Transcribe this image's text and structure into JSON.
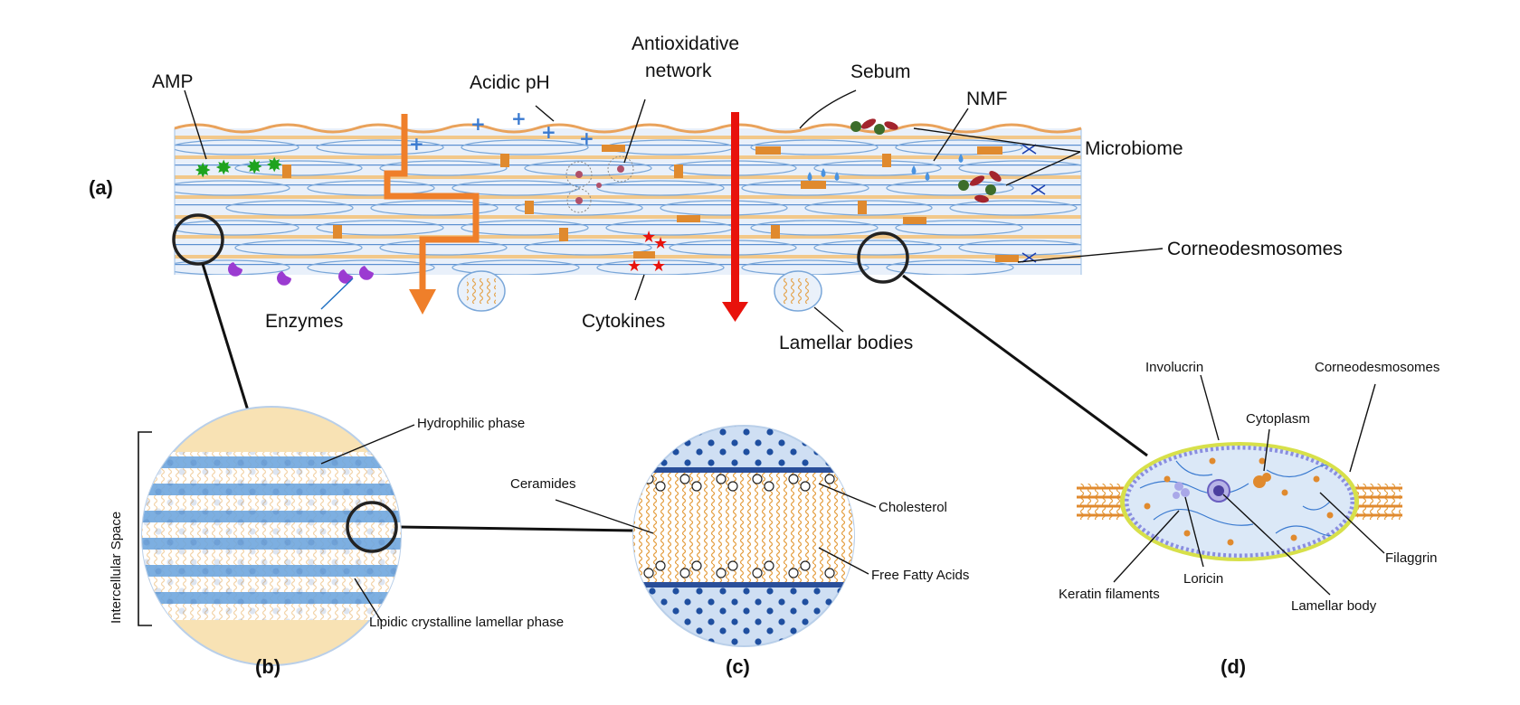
{
  "panels": {
    "a": "(a)",
    "b": "(b)",
    "c": "(c)",
    "d": "(d)"
  },
  "labels_a": {
    "amp": "AMP",
    "acidic_ph": "Acidic pH",
    "antioxidative_1": "Antioxidative",
    "antioxidative_2": "network",
    "sebum": "Sebum",
    "nmf": "NMF",
    "microbiome": "Microbiome",
    "corneodesmosomes": "Corneodesmosomes",
    "enzymes": "Enzymes",
    "cytokines": "Cytokines",
    "lamellar_bodies": "Lamellar bodies"
  },
  "labels_b": {
    "intercellular_space": "Intercellular Space",
    "hydrophilic_phase": "Hydrophilic phase",
    "lipidic_phase": "Lipidic crystalline lamellar phase"
  },
  "labels_c": {
    "ceramides": "Ceramides",
    "cholesterol": "Cholesterol",
    "free_fatty_acids": "Free Fatty Acids"
  },
  "labels_d": {
    "involucrin": "Involucrin",
    "corneodesmosomes": "Corneodesmosomes",
    "cytoplasm": "Cytoplasm",
    "filaggrin": "Filaggrin",
    "keratin_filaments": "Keratin filaments",
    "loricin": "Loricin",
    "lamellar_body": "Lamellar body"
  },
  "colors": {
    "lipid_orange": "#f2c88a",
    "corneocyte_blue": "#7aa7d9",
    "desmosome_orange": "#e08a2e",
    "barrier_arrow_orange": "#ef7f2a",
    "barrier_arrow_red": "#e8120c",
    "amp_green": "#1ea31e",
    "enzyme_purple": "#9b3bd1",
    "cytokine_red": "#e8120c",
    "envelope_yellow": "#d7e04a"
  }
}
